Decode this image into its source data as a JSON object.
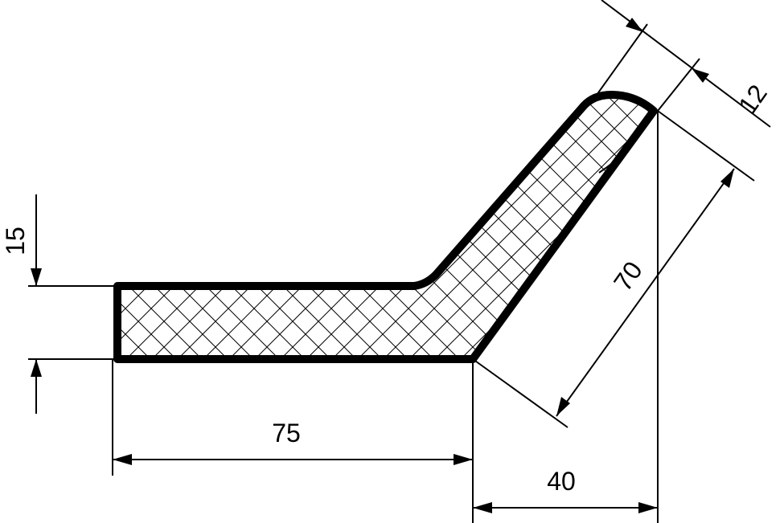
{
  "figure": {
    "type": "profile-cross-section",
    "hatch": "crosshatch",
    "colors": {
      "line": "#000000",
      "background": "#ffffff"
    }
  },
  "dimensions": {
    "thickness_left": "15",
    "base_length": "75",
    "offset_right": "40",
    "arm_length": "70",
    "arm_thickness": "12"
  }
}
